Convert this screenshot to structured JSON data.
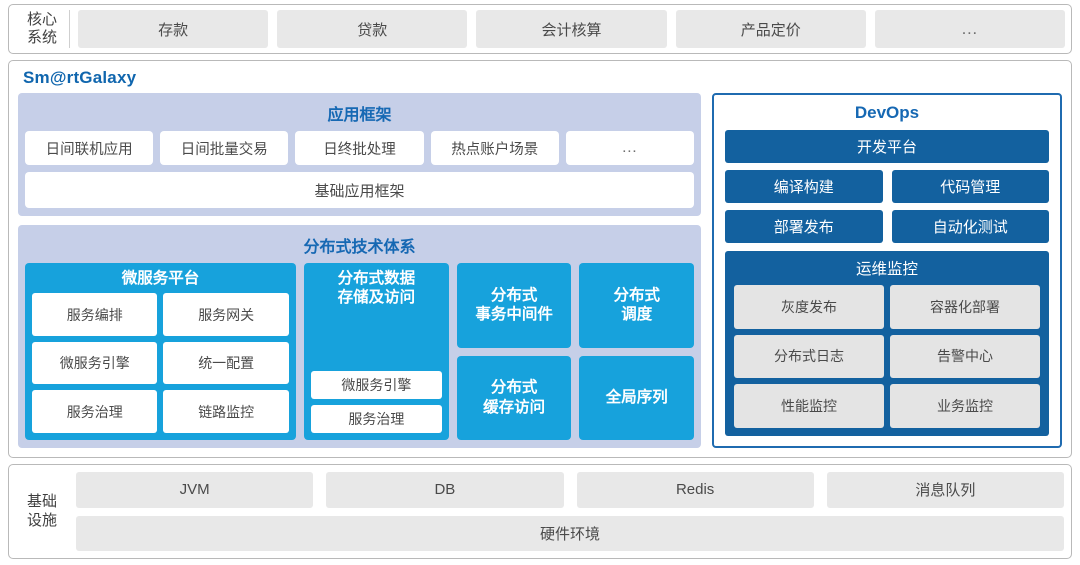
{
  "core_system": {
    "label_line1": "核心",
    "label_line2": "系统",
    "items": [
      {
        "label": "存款"
      },
      {
        "label": "贷款"
      },
      {
        "label": "会计核算"
      },
      {
        "label": "产品定价"
      },
      {
        "label": "…"
      }
    ]
  },
  "platform": {
    "brand": "Sm@rtGalaxy",
    "app_framework": {
      "title": "应用框架",
      "items": [
        {
          "label": "日间联机应用"
        },
        {
          "label": "日间批量交易"
        },
        {
          "label": "日终批处理"
        },
        {
          "label": "热点账户场景"
        },
        {
          "label": "…"
        }
      ],
      "base_label": "基础应用框架"
    },
    "distributed": {
      "title": "分布式技术体系",
      "microservice_platform": {
        "title": "微服务平台",
        "items": [
          {
            "label": "服务编排"
          },
          {
            "label": "服务网关"
          },
          {
            "label": "微服务引擎"
          },
          {
            "label": "统一配置"
          },
          {
            "label": "服务治理"
          },
          {
            "label": "链路监控"
          }
        ]
      },
      "data_storage": {
        "title_line1": "分布式数据",
        "title_line2": "存储及访问",
        "items": [
          {
            "label": "微服务引擎"
          },
          {
            "label": "服务治理"
          }
        ]
      },
      "blocks": [
        {
          "line1": "分布式",
          "line2": "事务中间件"
        },
        {
          "line1": "分布式",
          "line2": "调度"
        },
        {
          "line1": "分布式",
          "line2": "缓存访问"
        },
        {
          "line1": "全局序列",
          "line2": ""
        }
      ]
    },
    "devops": {
      "title": "DevOps",
      "primary": "开发平台",
      "pairs": [
        [
          {
            "label": "编译构建"
          },
          {
            "label": "代码管理"
          }
        ],
        [
          {
            "label": "部署发布"
          },
          {
            "label": "自动化测试"
          }
        ]
      ],
      "ops": {
        "title": "运维监控",
        "items": [
          {
            "label": "灰度发布"
          },
          {
            "label": "容器化部署"
          },
          {
            "label": "分布式日志"
          },
          {
            "label": "告警中心"
          },
          {
            "label": "性能监控"
          },
          {
            "label": "业务监控"
          }
        ]
      }
    }
  },
  "infrastructure": {
    "label_line1": "基础",
    "label_line2": "设施",
    "items": [
      {
        "label": "JVM"
      },
      {
        "label": "DB"
      },
      {
        "label": "Redis"
      },
      {
        "label": "消息队列"
      }
    ],
    "hardware_label": "硬件环境"
  },
  "colors": {
    "brand_blue": "#1066ae",
    "panel_lavender": "#c6cfe8",
    "cyan": "#17a2dc",
    "devops_blue": "#13619f",
    "devops_border": "#1f6bb0",
    "gray_chip": "#e8e8e8"
  }
}
